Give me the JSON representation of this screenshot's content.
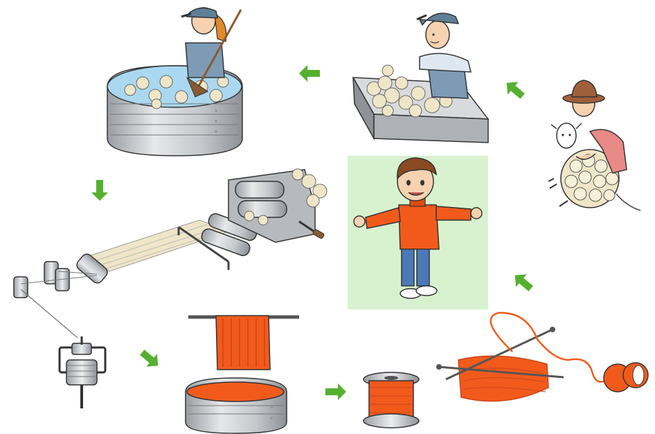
{
  "diagram": {
    "type": "process-cycle",
    "steps": [
      {
        "id": "shearing",
        "icon": "sheep-shearing-icon"
      },
      {
        "id": "sorting",
        "icon": "wool-sorting-icon"
      },
      {
        "id": "washing",
        "icon": "wool-washing-tub-icon"
      },
      {
        "id": "carding",
        "icon": "carding-machine-icon"
      },
      {
        "id": "spinning",
        "icon": "spinning-spindle-icon"
      },
      {
        "id": "dyeing",
        "icon": "dyeing-vat-icon"
      },
      {
        "id": "spool",
        "icon": "yarn-spool-icon"
      },
      {
        "id": "knitting",
        "icon": "knitting-needles-icon"
      },
      {
        "id": "sweater",
        "icon": "boy-in-sweater-icon"
      }
    ],
    "colors": {
      "arrow": "#55b030",
      "yarn": "#f25a1c",
      "metal": "#c9ccd0",
      "wool": "#efe6c8",
      "highlight_panel": "#d8f2d0",
      "outline": "#333333"
    }
  }
}
